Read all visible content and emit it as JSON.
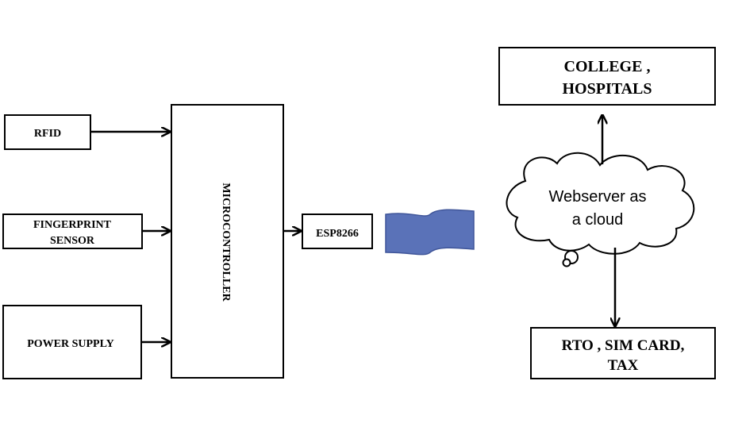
{
  "blocks": {
    "rfid": "RFID",
    "fingerprint_line1": "FINGERPRINT",
    "fingerprint_line2": "SENSOR",
    "power_supply": "POWER SUPPLY",
    "microcontroller": "MICROCONTROLLER",
    "esp": "ESP8266",
    "college_line1": "COLLEGE ,",
    "college_line2": "HOSPITALS",
    "rto_line1": "RTO , SIM CARD,",
    "rto_line2": "TAX",
    "cloud_line1": "Webserver as",
    "cloud_line2": "a cloud"
  },
  "colors": {
    "stroke": "#000000",
    "wave_fill": "#5a72b8",
    "wave_stroke": "#3f5599"
  }
}
